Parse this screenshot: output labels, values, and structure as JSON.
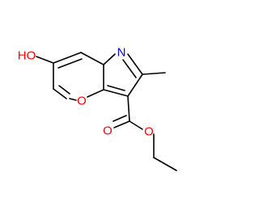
{
  "structure": {
    "atoms": [
      {
        "id": "hydroxyl",
        "label": "HO",
        "color": "#ff0000"
      },
      {
        "id": "ring_nitrogen",
        "label": "N",
        "color": "#0000ff"
      },
      {
        "id": "ring_oxygen",
        "label": "O",
        "color": "#ff0000"
      },
      {
        "id": "carbonyl_oxygen",
        "label": "O",
        "color": "#ff0000"
      },
      {
        "id": "ester_oxygen",
        "label": "O",
        "color": "#ff0000"
      }
    ],
    "bond_color": "#000000"
  }
}
